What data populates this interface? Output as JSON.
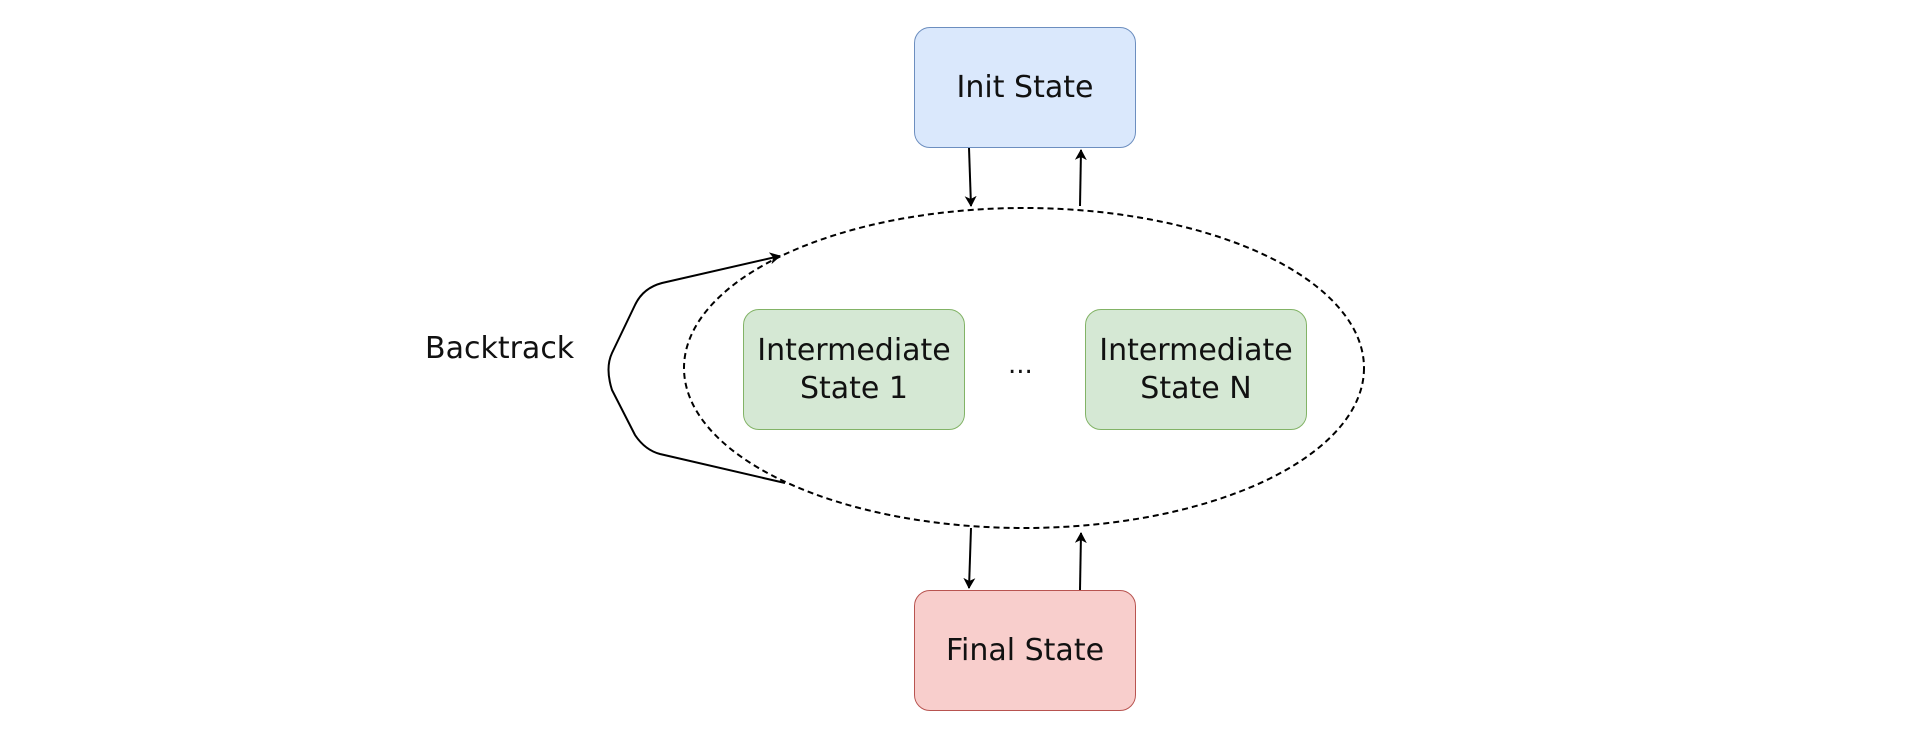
{
  "nodes": {
    "init": {
      "label": "Init State",
      "fill": "#dae8fc",
      "stroke": "#6c8ebf"
    },
    "final": {
      "label": "Final State",
      "fill": "#f8cecc",
      "stroke": "#b85450"
    },
    "intermediate_1": {
      "line1": "Intermediate",
      "line2": "State 1",
      "fill": "#d5e8d4",
      "stroke": "#82b366"
    },
    "intermediate_n": {
      "line1": "Intermediate",
      "line2": "State N",
      "fill": "#d5e8d4",
      "stroke": "#82b366"
    }
  },
  "ellipsis": "...",
  "backtrack_label": "Backtrack"
}
